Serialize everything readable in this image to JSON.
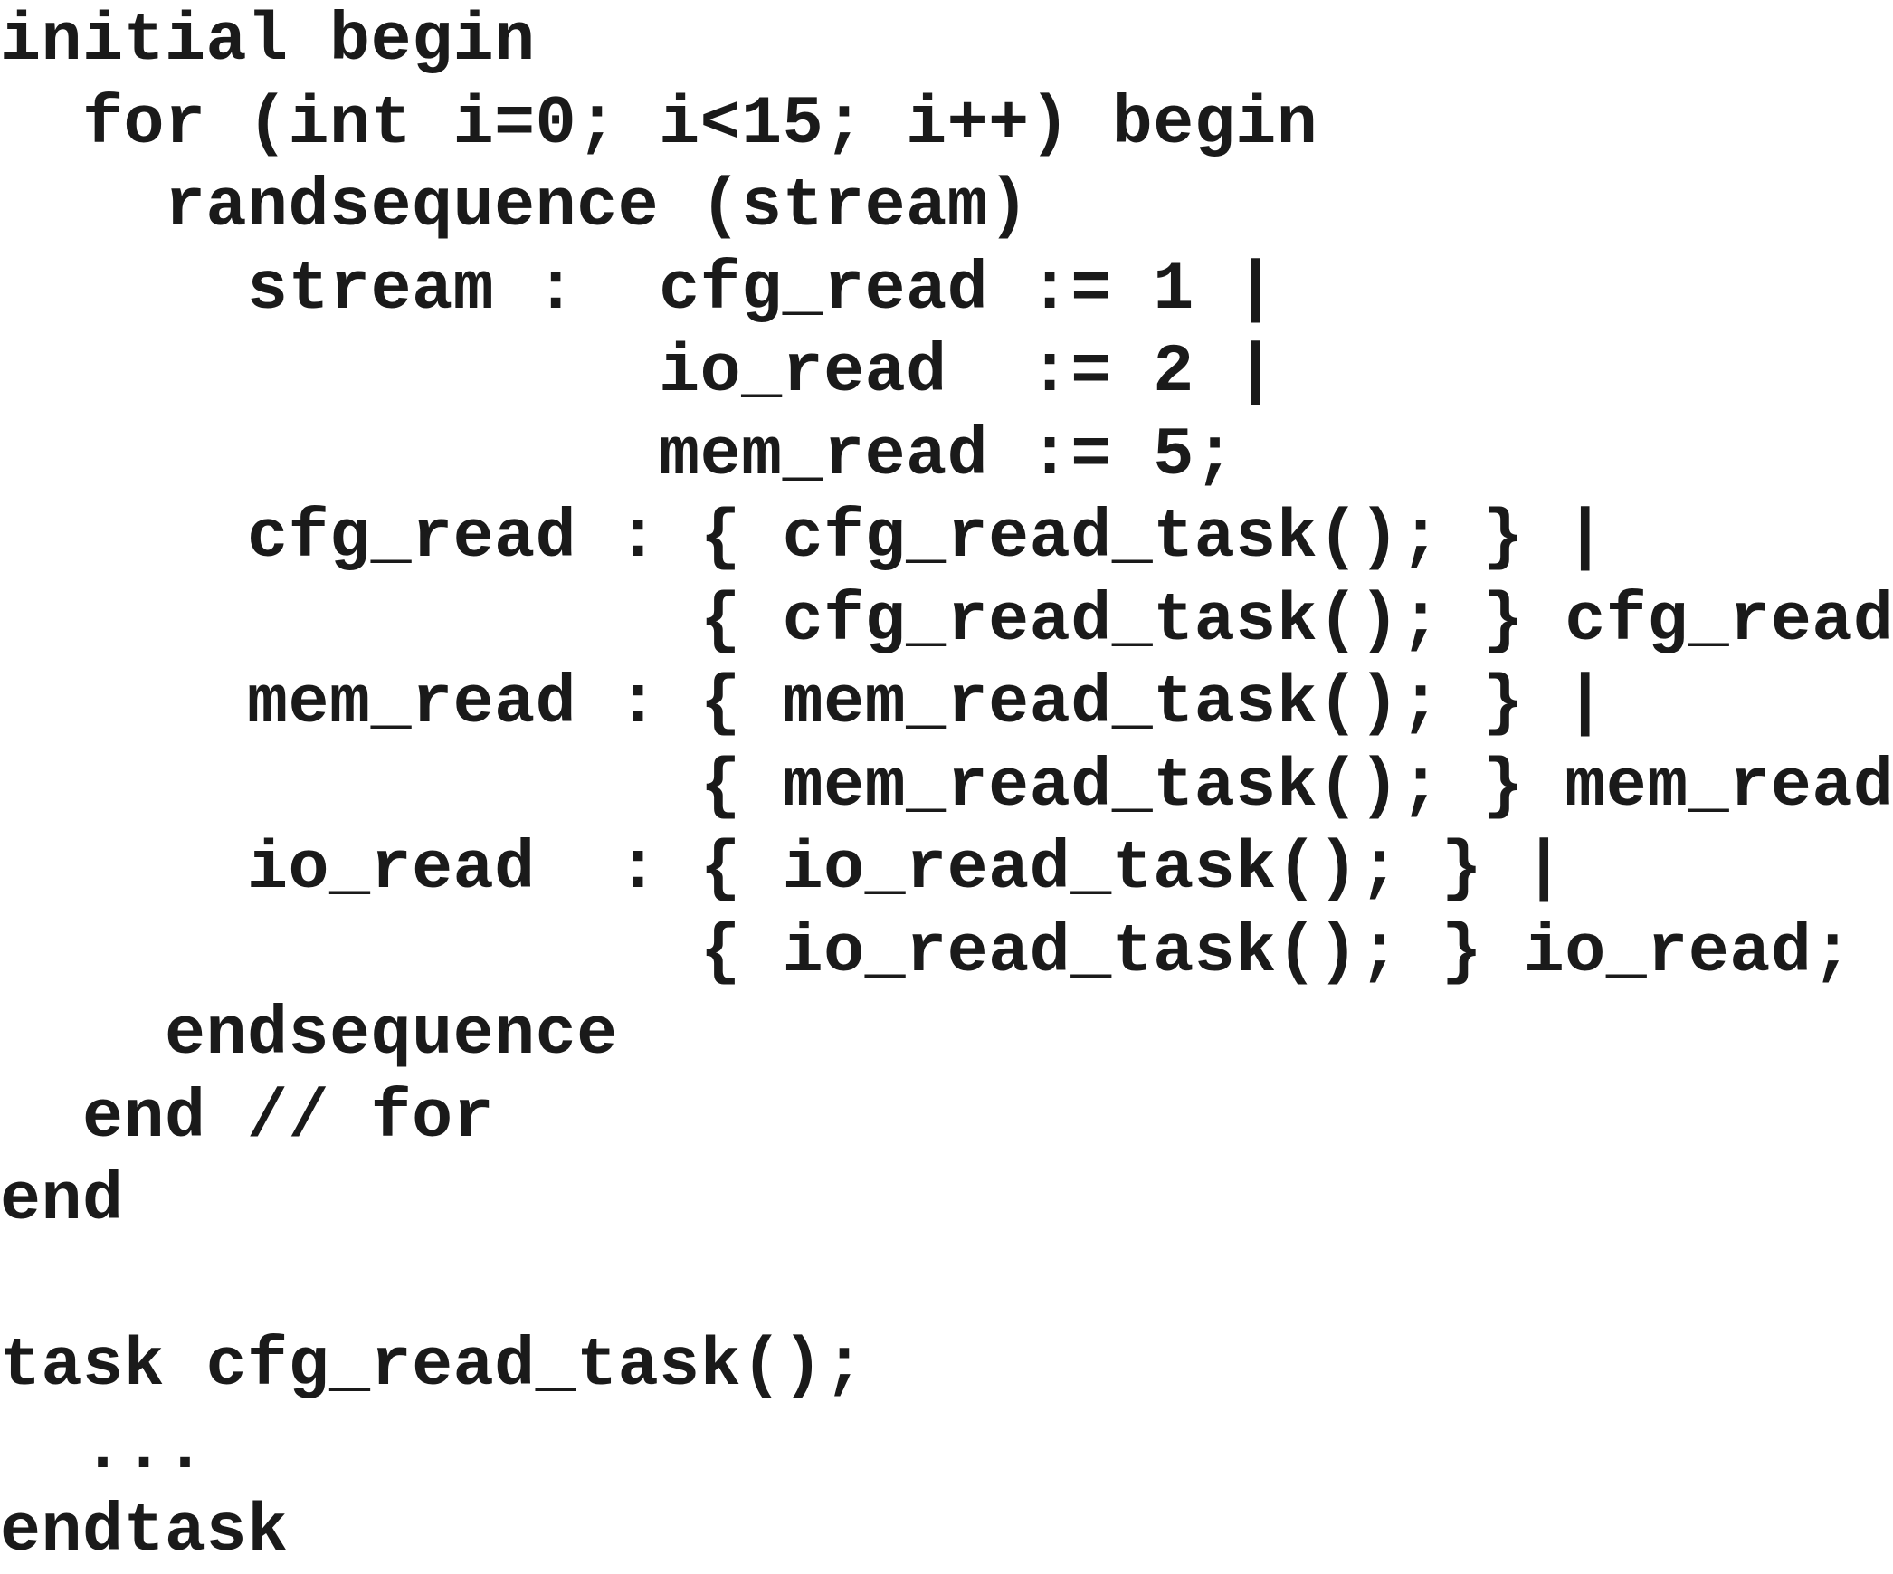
{
  "code": {
    "lines": [
      "initial begin",
      "  for (int i=0; i<15; i++) begin",
      "    randsequence (stream)",
      "      stream :  cfg_read := 1 |",
      "                io_read  := 2 |",
      "                mem_read := 5;",
      "      cfg_read : { cfg_read_task(); } |",
      "                 { cfg_read_task(); } cfg_read;",
      "      mem_read : { mem_read_task(); } |",
      "                 { mem_read_task(); } mem_read;",
      "      io_read  : { io_read_task(); } |",
      "                 { io_read_task(); } io_read;",
      "    endsequence",
      "  end // for",
      "end",
      "",
      "task cfg_read_task();",
      "  ...",
      "endtask"
    ]
  }
}
